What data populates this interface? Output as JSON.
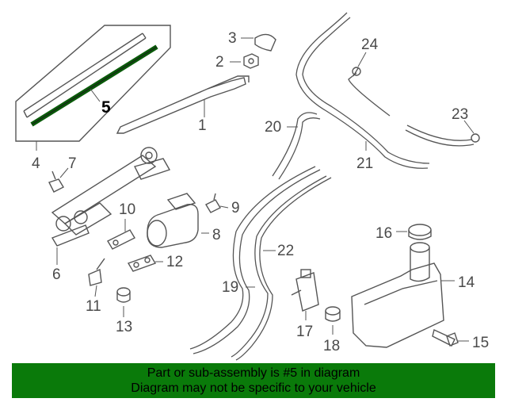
{
  "diagram": {
    "callouts": [
      "1",
      "2",
      "3",
      "4",
      "5",
      "6",
      "7",
      "8",
      "9",
      "10",
      "11",
      "12",
      "13",
      "14",
      "15",
      "16",
      "17",
      "18",
      "19",
      "20",
      "21",
      "22",
      "23",
      "24"
    ],
    "highlighted_callout": "5"
  },
  "banner": {
    "line1": "Part or sub-assembly is #5 in diagram",
    "line2": "Diagram may not be specific to your vehicle",
    "color": "#0a7a0a"
  }
}
